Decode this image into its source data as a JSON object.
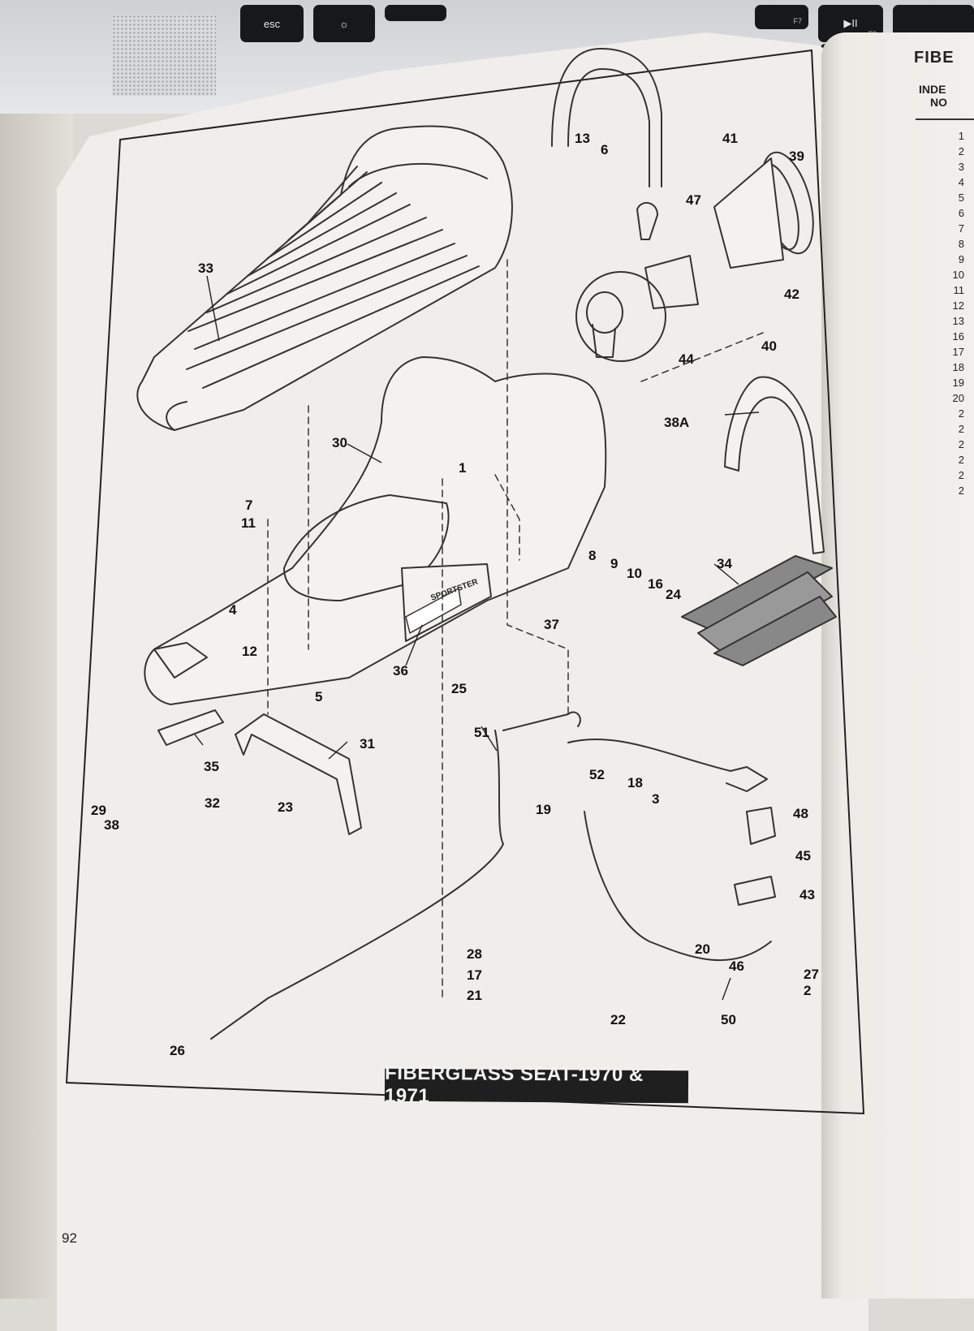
{
  "keyboard": {
    "keys": [
      {
        "label": "esc",
        "sub": ""
      },
      {
        "label": "☼",
        "sub": ""
      },
      {
        "label": "",
        "sub": ""
      },
      {
        "label": "",
        "sub": "F7"
      },
      {
        "label": "▶II",
        "sub": "F8"
      },
      {
        "label": "",
        "sub": ""
      }
    ],
    "star_key": "*"
  },
  "diagram": {
    "caption": "FIBERGLASS SEAT-1970 & 1971",
    "page_number": "92",
    "sticker_text": "SPORTSTER",
    "part_labels": [
      "1",
      "2",
      "3",
      "4",
      "5",
      "6",
      "7",
      "8",
      "9",
      "10",
      "11",
      "12",
      "13",
      "16",
      "17",
      "18",
      "19",
      "20",
      "21",
      "22",
      "23",
      "24",
      "25",
      "26",
      "27",
      "28",
      "29",
      "30",
      "31",
      "32",
      "33",
      "34",
      "35",
      "36",
      "37",
      "38",
      "38A",
      "39",
      "40",
      "41",
      "42",
      "43",
      "44",
      "45",
      "46",
      "47",
      "48",
      "50",
      "51",
      "52"
    ]
  },
  "right_page": {
    "title": "FIBE",
    "header_line1": "INDE",
    "header_line2": "NO",
    "index_numbers": [
      "1",
      "2",
      "3",
      "4",
      "5",
      "6",
      "7",
      "8",
      "9",
      "10",
      "11",
      "12",
      "13",
      "16",
      "17",
      "18",
      "19",
      "20",
      "2",
      "2",
      "2",
      "2",
      "2",
      "2"
    ]
  }
}
